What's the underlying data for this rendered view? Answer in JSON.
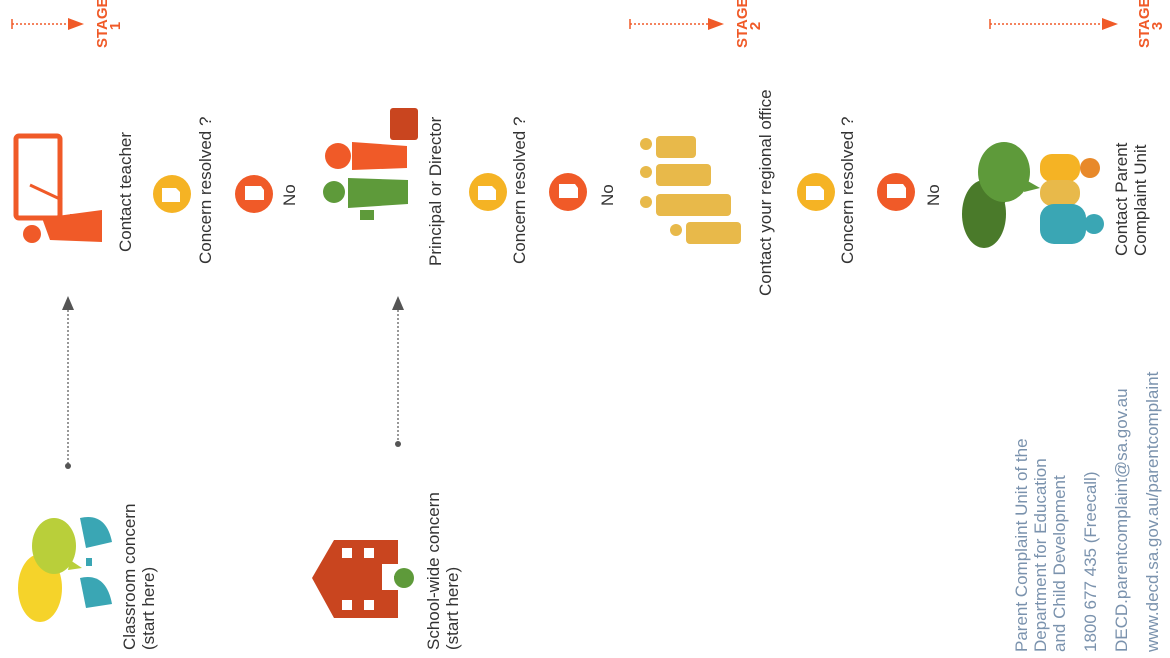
{
  "stages": [
    {
      "word": "STAGE",
      "number": "1"
    },
    {
      "word": "STAGE",
      "number": "2"
    },
    {
      "word": "STAGE",
      "number": "3"
    }
  ],
  "nodes": {
    "contact_teacher": "Contact teacher",
    "principal": "Principal or Director",
    "regional_office": "Contact your regional office",
    "parent_complaint_line1": "Contact Parent",
    "parent_complaint_line2": "Complaint Unit",
    "classroom_line1": "Classroom concern",
    "classroom_line2": "(start here)",
    "school_line1": "School-wide concern",
    "school_line2": "(start here)"
  },
  "decisions": {
    "resolved_label": "Concern resolved ?",
    "no_label": "No"
  },
  "contact_info": [
    "Parent Complaint Unit of the",
    "Department for Education",
    "and Child Development",
    "1800 677 435 (Freecall)",
    "DECD.parentcomplaint@sa.gov.au",
    "www.decd.sa.gov.au/parentcomplaint"
  ],
  "colors": {
    "orange_red": "#f05a28",
    "yellow": "#f5b324",
    "green": "#5e9a3a",
    "gold": "#e8b94a",
    "teal": "#3aa6b4",
    "brick": "#c9451f",
    "slate_blue": "#7a92ad"
  },
  "icons": [
    "teacher-board-icon",
    "thumbs-up-icon",
    "thumbs-down-icon",
    "principal-group-icon",
    "regional-office-people-icon",
    "speech-bubbles-people-icon",
    "classroom-chat-icon",
    "school-building-icon"
  ]
}
